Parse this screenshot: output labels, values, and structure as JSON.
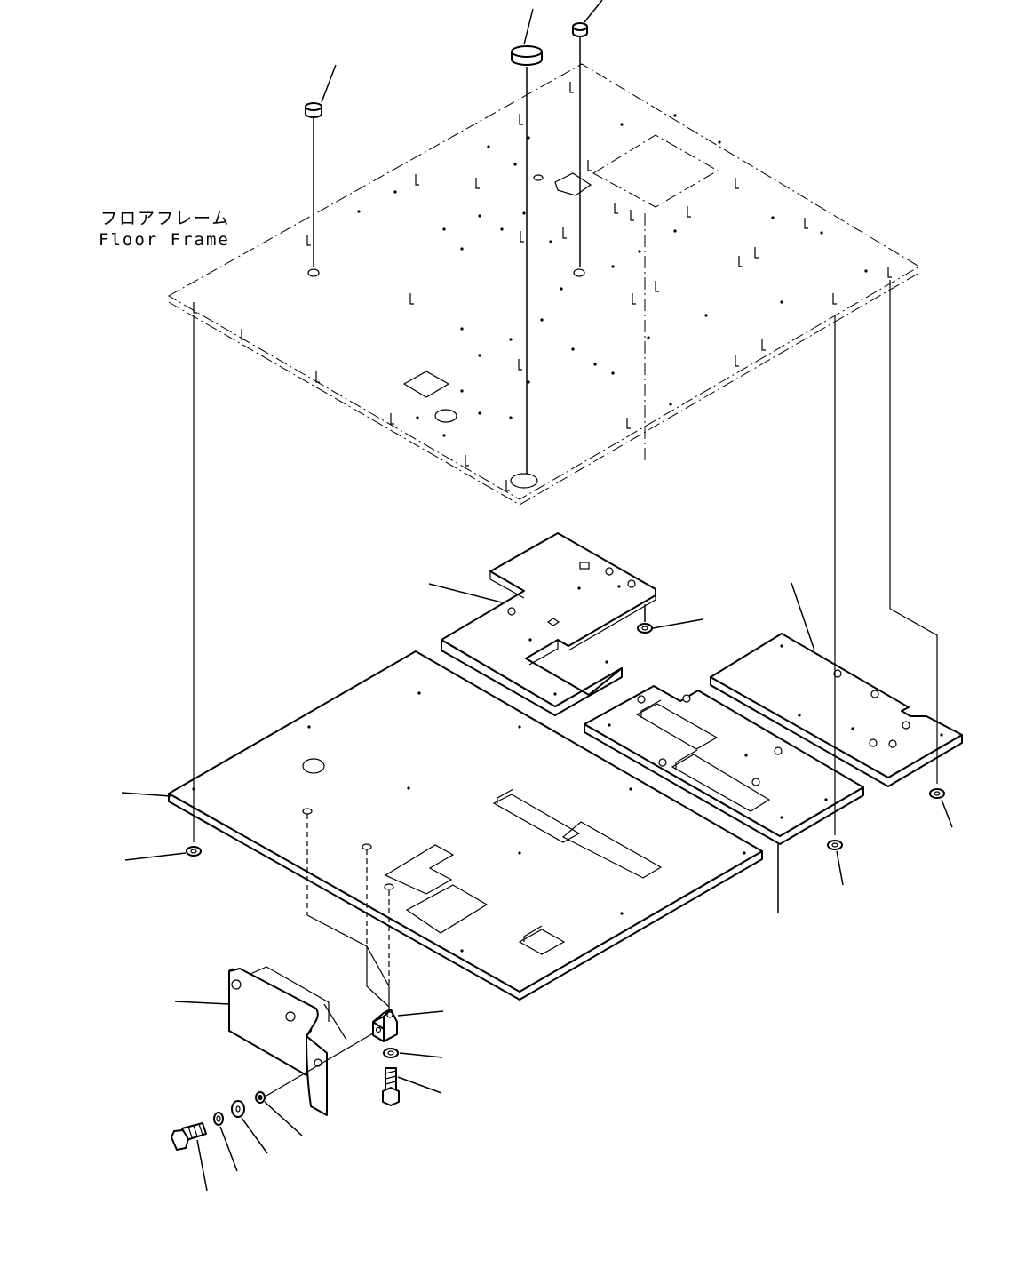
{
  "diagram": {
    "labels": {
      "floor_frame_jp": "フロアフレーム",
      "floor_frame_en": "Floor Frame"
    },
    "parts": [
      "floor-frame",
      "floor-mat-main",
      "floor-mat-upper",
      "floor-mat-right-middle",
      "floor-mat-right-rear",
      "cover-plate",
      "bracket",
      "bolt",
      "washer",
      "grommet-cap"
    ]
  }
}
